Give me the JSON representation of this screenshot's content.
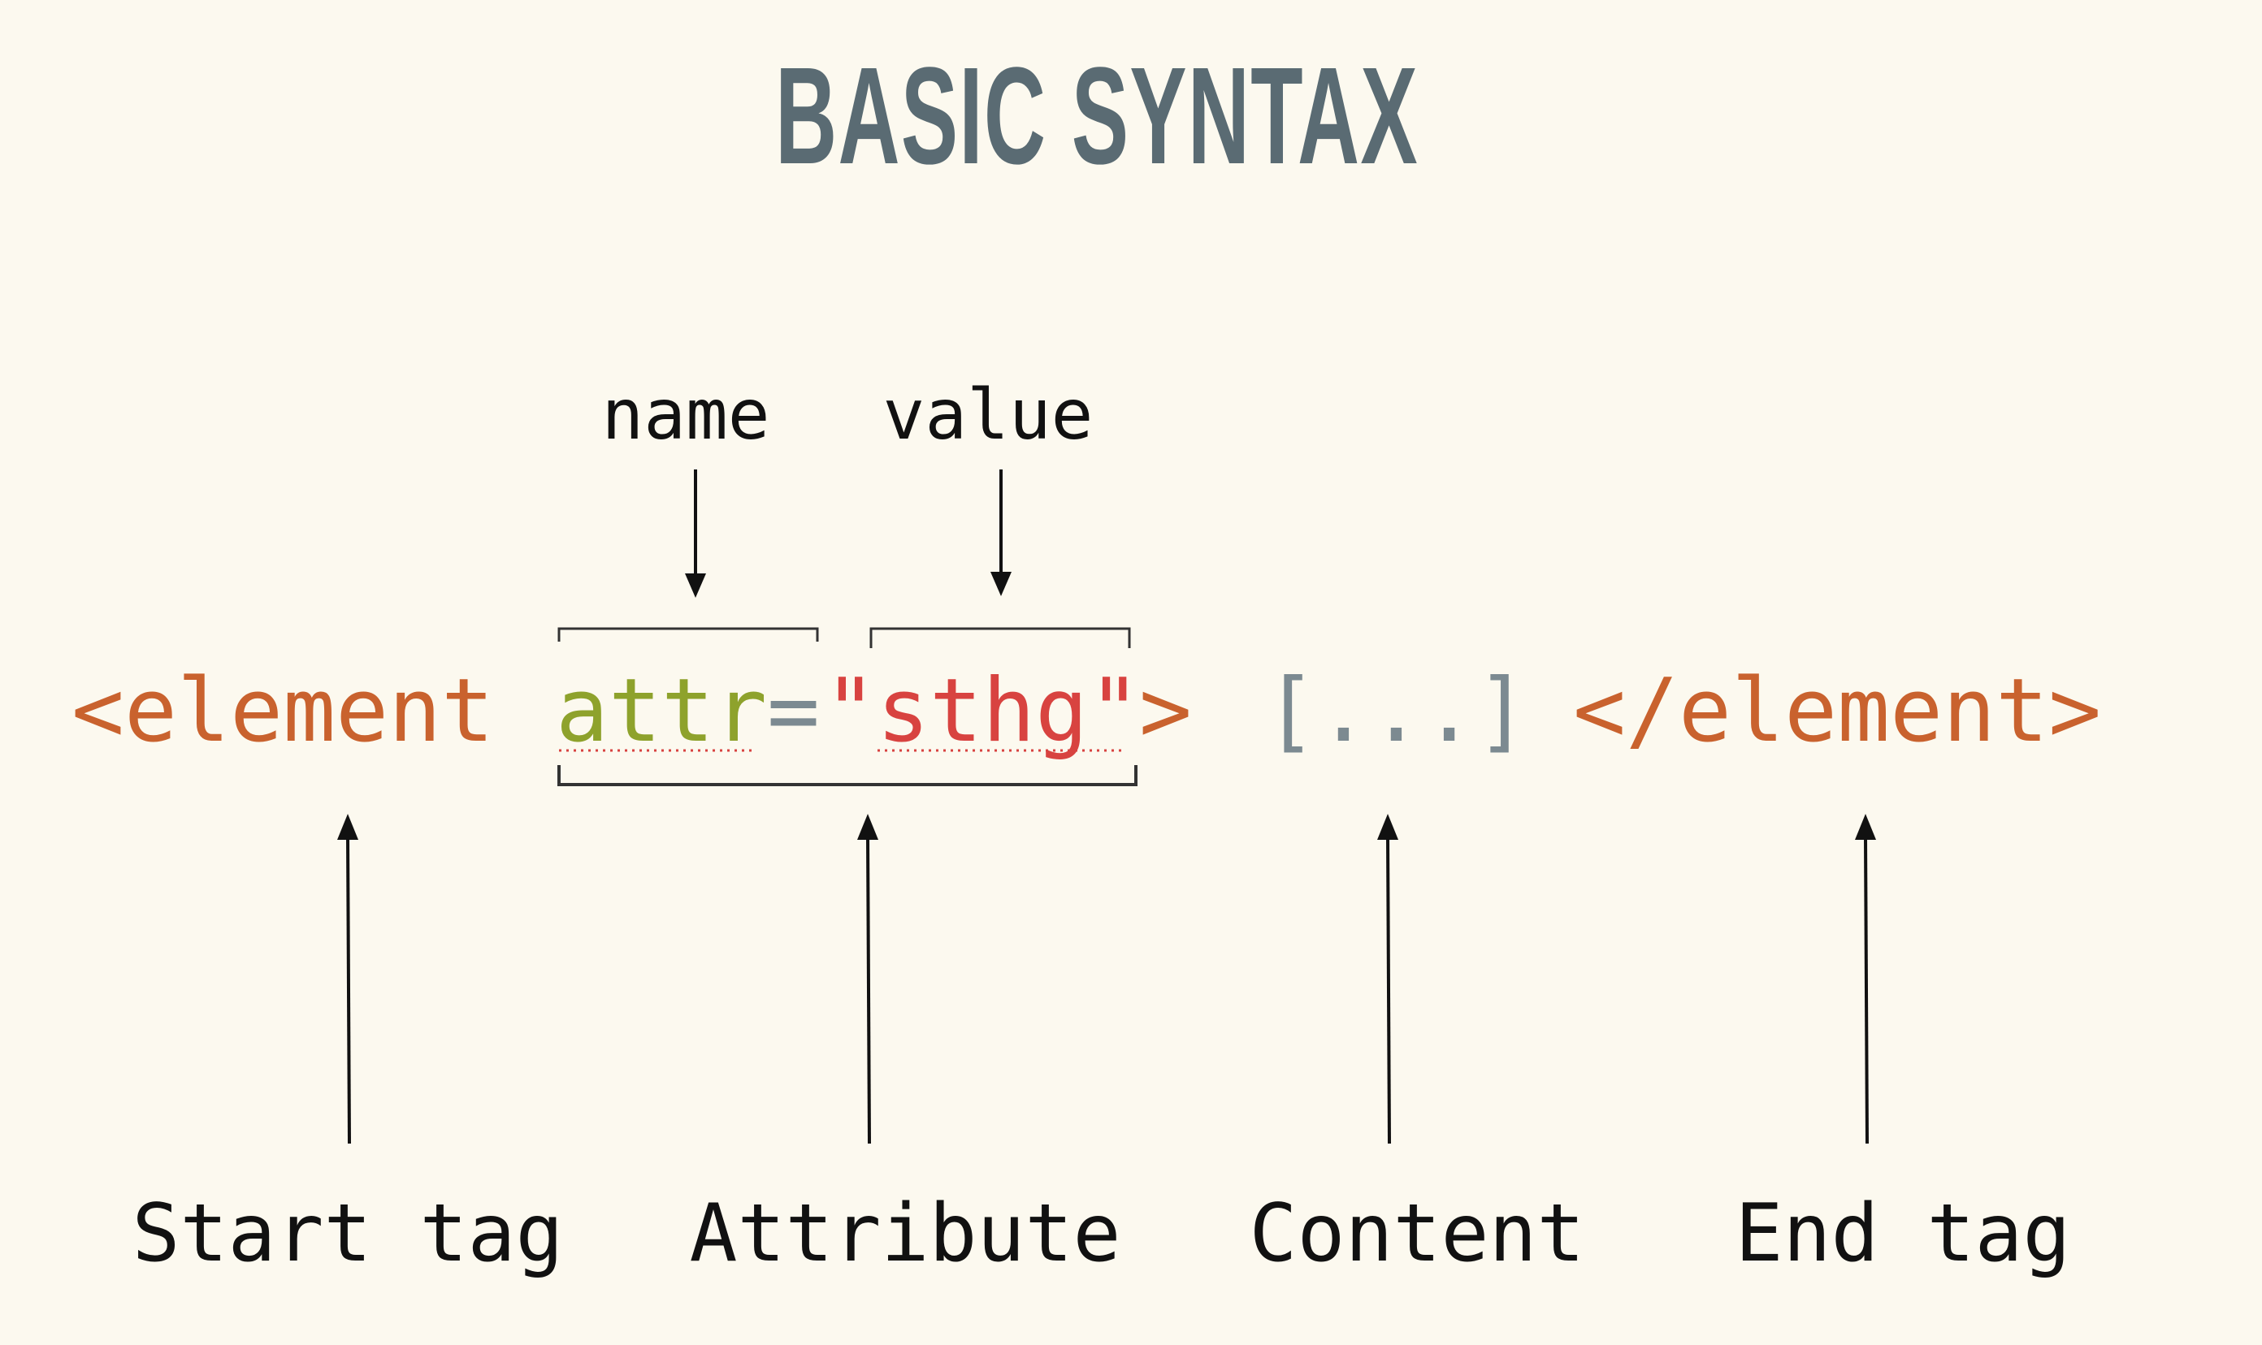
{
  "title": "BASIC SYNTAX",
  "code": {
    "start_tag": "<element",
    "attr_name": "attr",
    "equals": "=",
    "attr_value": "\"sthg\"",
    "close_bracket": ">",
    "content": "[...]",
    "end_tag": "</element>"
  },
  "top_labels": {
    "name": "name",
    "value": "value"
  },
  "bottom_labels": {
    "start_tag": "Start tag",
    "attribute": "Attribute",
    "content": "Content",
    "end_tag": "End tag"
  },
  "colors": {
    "background": "#fcf9ef",
    "title": "#5a6b73",
    "tag": "#c9622e",
    "attr_name": "#8ea22c",
    "attr_value": "#d84340",
    "equals": "#7c8a91",
    "content": "#7c8a91",
    "ink": "#111111"
  }
}
